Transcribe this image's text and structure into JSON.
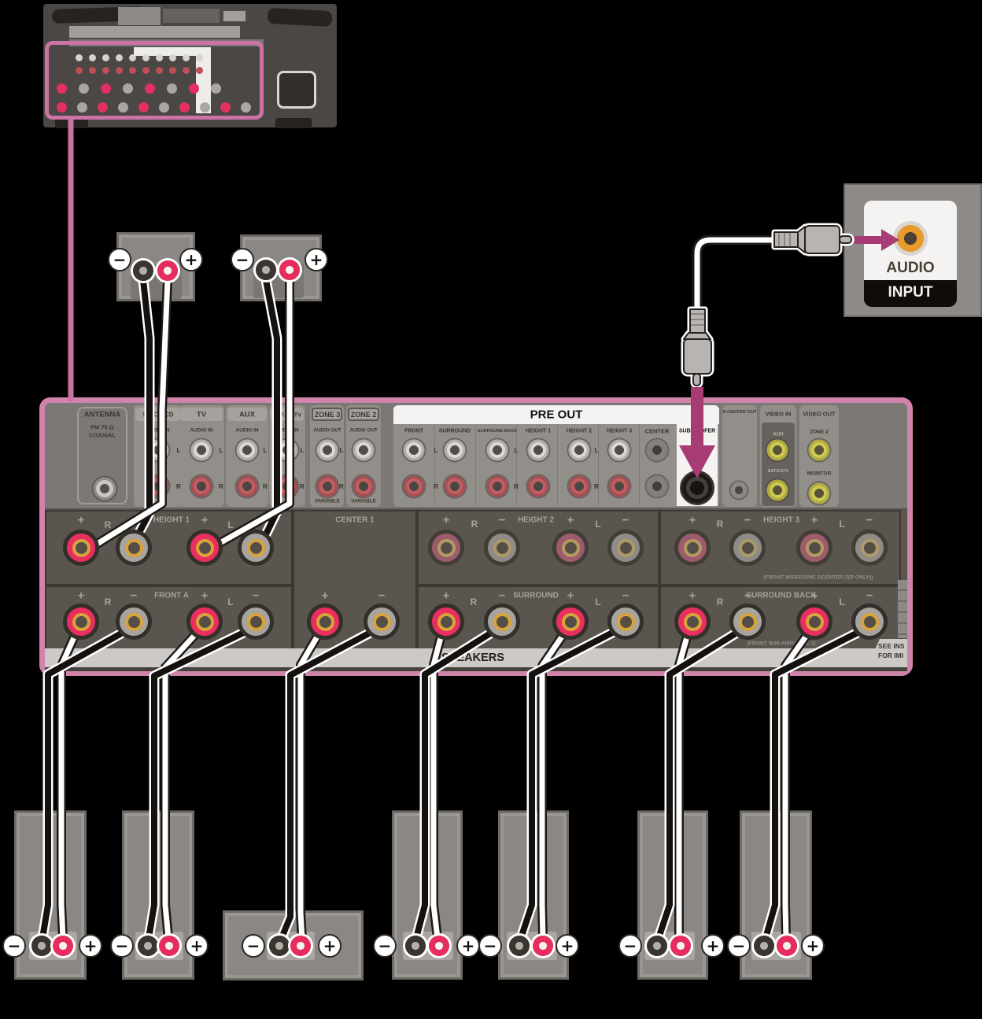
{
  "glyphs": {
    "minus": "−",
    "plus": "+"
  },
  "audio_input_box": {
    "label_top": "AUDIO",
    "label_bottom": "INPUT"
  },
  "panel": {
    "antenna": {
      "title": "ANTENNA",
      "line1": "FM 75 Ω",
      "line2": "COAXIAL"
    },
    "channel_l": "L",
    "channel_r": "R",
    "inputs": [
      {
        "label": "SA-CD/CD",
        "sub": "AUDIO IN"
      },
      {
        "label": "TV",
        "sub": "AUDIO IN"
      },
      {
        "label": "AUX",
        "sub": "AUDIO IN"
      },
      {
        "label": "SAT/CATV",
        "sub": "AUDIO IN"
      },
      {
        "label": "ZONE 3",
        "sub": "AUDIO OUT",
        "foot": "VARIABLE"
      },
      {
        "label": "ZONE 2",
        "sub": "AUDIO OUT",
        "foot": "VARIABLE"
      }
    ],
    "pre_out": {
      "title": "PRE OUT",
      "columns": [
        "FRONT",
        "SURROUND",
        "SURROUND BACK",
        "HEIGHT 1",
        "HEIGHT 2",
        "HEIGHT 3",
        "CENTER",
        "SUBWOOFER"
      ]
    },
    "s_center_out": "S-CENTER OUT",
    "video_in": {
      "label": "VIDEO IN",
      "top": "AUX",
      "bottom": "SAT/CATV"
    },
    "video_out": {
      "label": "VIDEO OUT",
      "top": "ZONE 2",
      "bottom": "MONITOR"
    },
    "terminals": {
      "height1": "HEIGHT 1",
      "center1": "CENTER 1",
      "height2": "HEIGHT 2",
      "height3": "HEIGHT 3",
      "height3_note": "(FRONT WIDE/ZONE 2/CENTER 2(R ONLY))",
      "front_a": "FRONT A",
      "surround": "SURROUND",
      "surround_back": "SURROUND BACK",
      "surround_back_note": "(FRONT B/BI-AMP/ZONE 2)",
      "speakers_title": "SPEAKERS",
      "impedance_note_line1": "SEE INS",
      "impedance_note_line2": "FOR IMI"
    }
  }
}
